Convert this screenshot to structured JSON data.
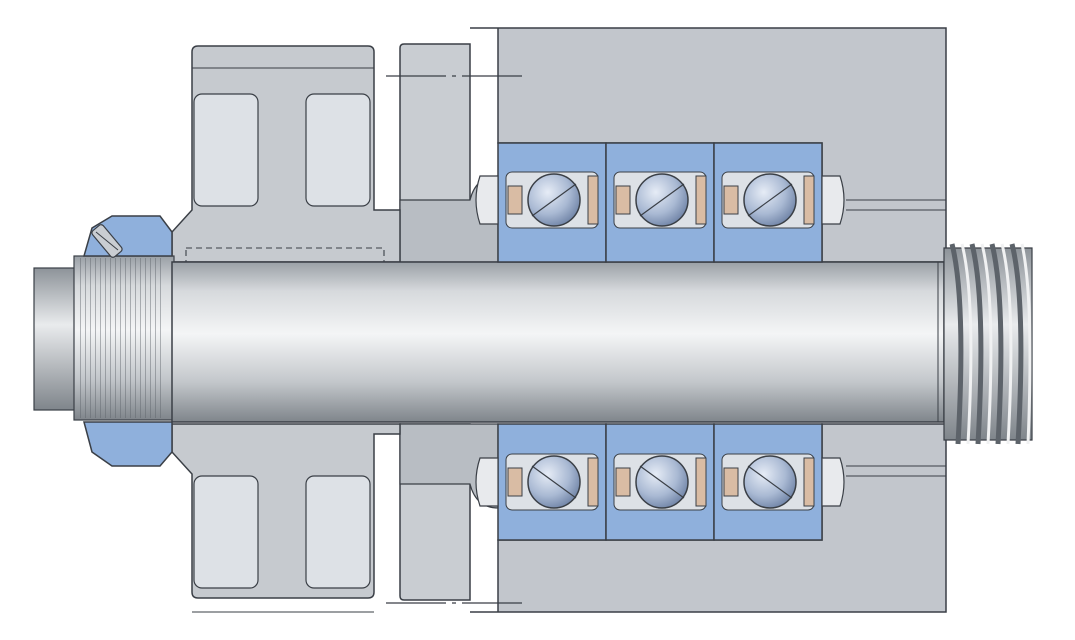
{
  "diagram": {
    "kind": "bearing-arrangement-cross-section",
    "components": [
      {
        "id": "lock-nut",
        "label": ""
      },
      {
        "id": "pulley",
        "label": ""
      },
      {
        "id": "housing",
        "label": ""
      },
      {
        "id": "angular-contact-bearing-set",
        "label": "",
        "count": 3
      },
      {
        "id": "shaft",
        "label": ""
      },
      {
        "id": "ball-screw",
        "label": ""
      }
    ],
    "colors": {
      "background": "#ffffff",
      "housing": "#c2c6cc",
      "housing-edge": "#3a3f46",
      "pulley-pocket": "#dde1e6",
      "bearing-ring": "#8fb0dc",
      "ball": "#a9b9d3",
      "cage": "#d9bca4",
      "nut": "#8fb0dc",
      "shaft-light": "#eef0f2",
      "shaft-dark": "#8d9399"
    }
  }
}
